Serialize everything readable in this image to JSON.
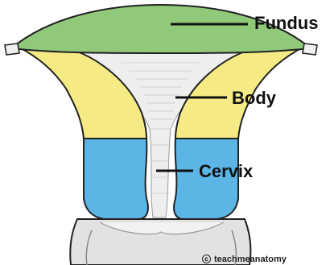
{
  "labels": {
    "fundus": "Fundus",
    "body": "Body",
    "cervix": "Cervix"
  },
  "watermark": {
    "text": "teachmeanatomy"
  },
  "colors": {
    "fundus": "#90c97a",
    "body": "#f5ea84",
    "cervix": "#5bb6e6",
    "cavity": "#e8e8e8",
    "outline": "#222222"
  }
}
